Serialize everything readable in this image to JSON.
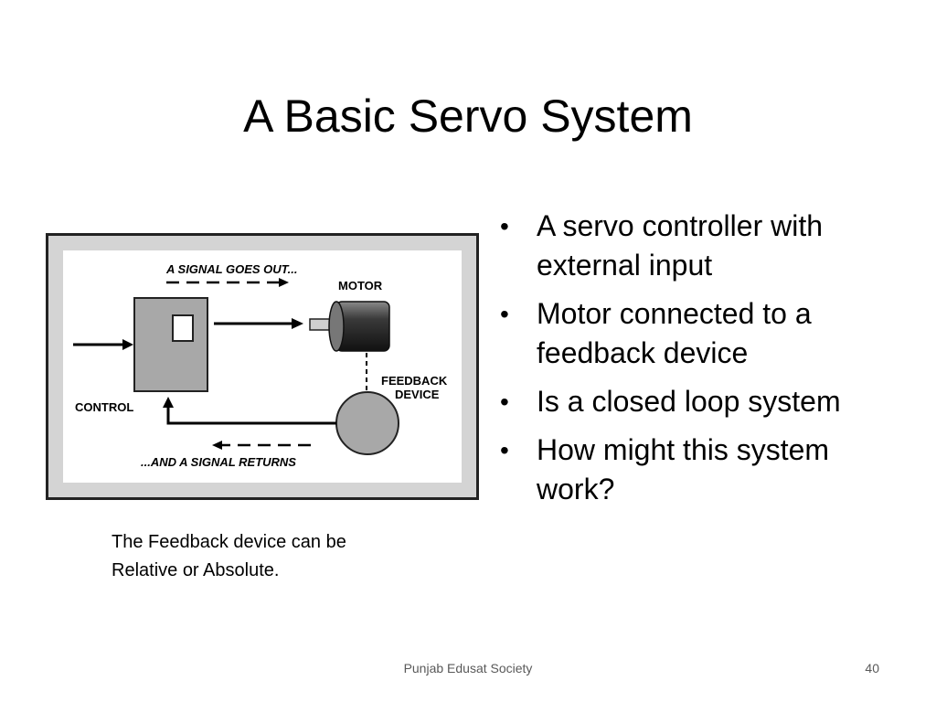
{
  "slide": {
    "title": "A Basic Servo System",
    "bullets": [
      "A servo controller with external input",
      "Motor connected to a feedback device",
      "Is a closed loop system",
      "How might this system work?"
    ],
    "caption": "The Feedback device can be Relative or Absolute.",
    "footer": "Punjab Edusat Society",
    "page_number": "40"
  },
  "diagram": {
    "label_signal_out": "A SIGNAL GOES OUT...",
    "label_motor": "MOTOR",
    "label_feedback_1": "FEEDBACK",
    "label_feedback_2": "DEVICE",
    "label_control": "CONTROL",
    "label_signal_returns": "...AND A SIGNAL RETURNS"
  }
}
